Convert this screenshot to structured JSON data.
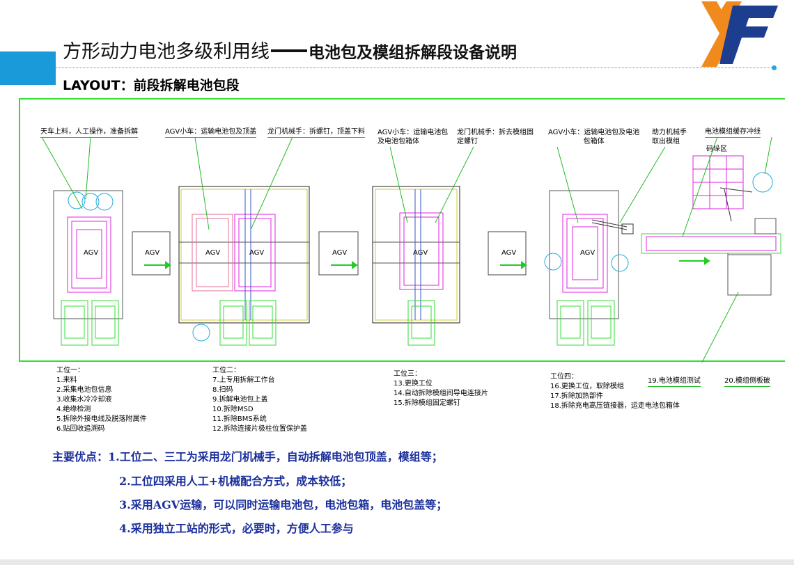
{
  "header": {
    "title_main": "方形动力电池多级利用线",
    "title_sub": "电池包及模组拆解段设备说明",
    "layout_label": "LAYOUT：前段拆解电池包段"
  },
  "callouts": {
    "c1": "天车上料，人工操作，准备拆解",
    "c2": "AGV小车：运输电池包及顶盖",
    "c3": "龙门机械手：拆螺钉，顶盖下料",
    "c4_l1": "AGV小车：运输电池包",
    "c4_l2": "及电池包箱体",
    "c5_l1": "龙门机械手：拆去模组固",
    "c5_l2": "定螺钉",
    "c6_l1": "AGV小车：运输电池包及电池",
    "c6_l2": "包箱体",
    "c7_l1": "助力机械手",
    "c7_l2": "取出模组",
    "c8": "电池模组缓存冲线",
    "c9": "码垛区"
  },
  "agv_labels": [
    "AGV",
    "AGV",
    "AGV",
    "AGV",
    "AGV",
    "AGV",
    "AGV",
    "AGV"
  ],
  "stations": {
    "ws1": {
      "title": "工位一：",
      "items": [
        "1.来料",
        "2.采集电池包信息",
        "3.收集水冷冷却液",
        "4.绝缘检测",
        "5.拆除外接电线及脱落附属件",
        "6.贴回收追溯码"
      ]
    },
    "ws2": {
      "title": "工位二：",
      "items": [
        "7.上专用拆解工作台",
        "8.扫码",
        "9.拆解电池包上盖",
        "10.拆除MSD",
        "11.拆除BMS系统",
        "12.拆除连接片极柱位置保护盖"
      ]
    },
    "ws3": {
      "title": "工位三：",
      "items": [
        "13.更换工位",
        "14.自动拆除模组间导电连接片",
        "15.拆除模组固定螺钉"
      ]
    },
    "ws4": {
      "title": "工位四：",
      "items": [
        "16.更换工位，取除模组",
        "17.拆除加热部件",
        "18.拆除充电高压链接器，运走电池包箱体"
      ]
    },
    "extra1": "19.电池模组测试",
    "extra2": "20.模组侧板破"
  },
  "advantages": {
    "label": "主要优点：",
    "items": [
      "1.工位二、三工为采用龙门机械手，自动拆解电池包顶盖，模组等；",
      "2.工位四采用人工+机械配合方式，成本较低；",
      "3.采用AGV运输，可以同时运输电池包，电池包箱，电池包盖等；",
      "4.采用独立工站的形式，必要时，方便人工参与"
    ]
  },
  "colors": {
    "accent_blue": "#1a9ad9",
    "frame_green": "#33dd33",
    "magenta": "#e020e0",
    "cyan": "#22aadd",
    "advantage_text": "#1a2e9c",
    "logo_orange": "#f08a1c",
    "logo_navy": "#1d3d8f"
  },
  "icons": [
    "xf-logo"
  ]
}
